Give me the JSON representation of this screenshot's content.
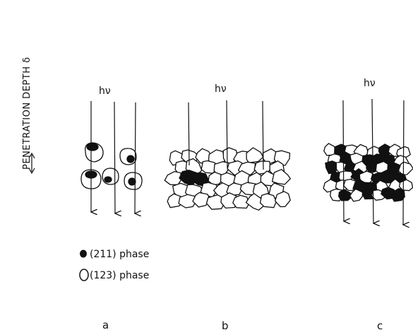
{
  "axis_label": "PENETRATION  DEPTH  δ",
  "photon_label": "hν",
  "legend": [
    {
      "symbol": "filled",
      "text": "(211) phase"
    },
    {
      "symbol": "open",
      "text": "(123) phase"
    }
  ],
  "panels": [
    "a",
    "b",
    "c"
  ],
  "colors": {
    "ink": "#111111",
    "paper": "#ffffff"
  }
}
